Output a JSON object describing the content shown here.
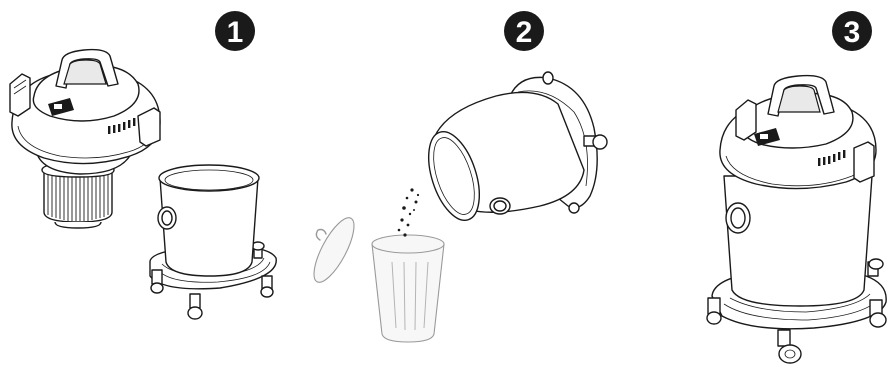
{
  "steps": [
    {
      "number": "1",
      "scene": "remove-motor-head"
    },
    {
      "number": "2",
      "scene": "empty-drum"
    },
    {
      "number": "3",
      "scene": "reassemble-vacuum"
    }
  ],
  "colors": {
    "ink": "#1a1a1a",
    "paper": "#ffffff",
    "ghost": "#9a9a9a"
  }
}
